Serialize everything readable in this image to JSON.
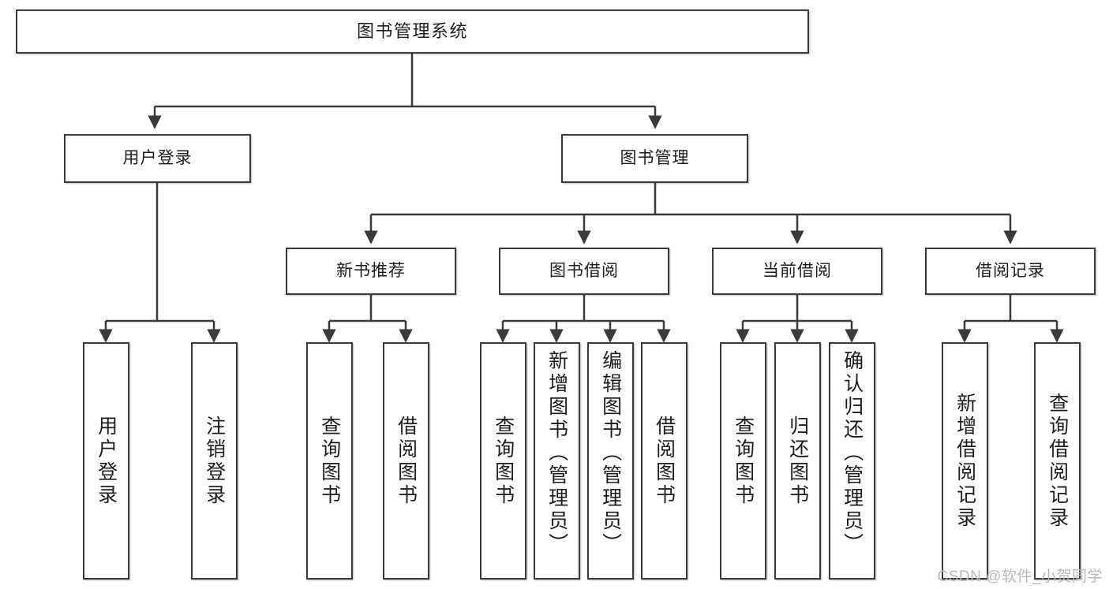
{
  "diagram": {
    "title": "图书管理系统",
    "type": "hierarchy-tree",
    "watermark": "CSDN @软件_小贺同学",
    "accent_color": "#3a3a3a",
    "background_color": "#ffffff",
    "nodes": {
      "root": {
        "label": "图书管理系统"
      },
      "level2": [
        {
          "label": "用户登录"
        },
        {
          "label": "图书管理"
        }
      ],
      "level3": [
        {
          "label": "新书推荐"
        },
        {
          "label": "图书借阅"
        },
        {
          "label": "当前借阅"
        },
        {
          "label": "借阅记录"
        }
      ],
      "leaves": {
        "user_login": [
          {
            "label": "用户登录"
          },
          {
            "label": "注销登录"
          }
        ],
        "new_book_rec": [
          {
            "label": "查询图书"
          },
          {
            "label": "借阅图书"
          }
        ],
        "book_borrow": [
          {
            "label": "查询图书"
          },
          {
            "label": "新增图书（管理员）"
          },
          {
            "label": "编辑图书（管理员）"
          },
          {
            "label": "借阅图书"
          }
        ],
        "current_borrow": [
          {
            "label": "查询图书"
          },
          {
            "label": "归还图书"
          },
          {
            "label": "确认归还（管理员）"
          }
        ],
        "borrow_record": [
          {
            "label": "新增借阅记录"
          },
          {
            "label": "查询借阅记录"
          }
        ]
      }
    }
  }
}
